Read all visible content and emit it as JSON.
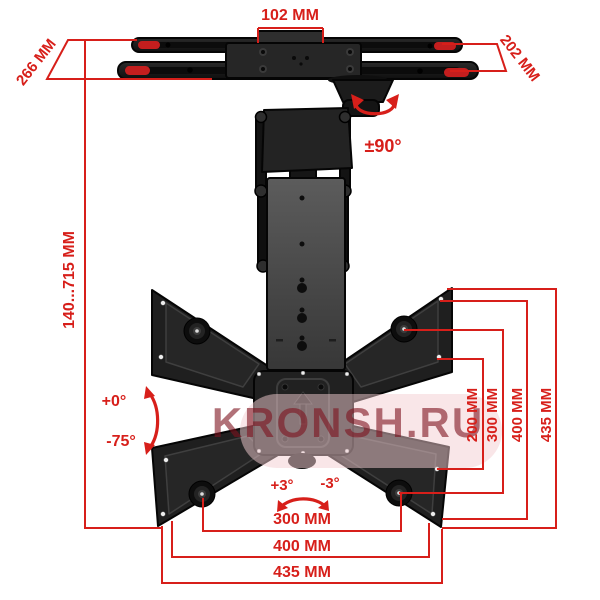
{
  "watermark": {
    "text": "KRONSH.RU"
  },
  "colors": {
    "annotation_red": "#d71f1a",
    "hardware_black": "#1a1a1a",
    "hardware_gray": "#4b4b4b",
    "rail_accent_red": "#c41e1e",
    "watermark_red": "#7d1420",
    "background": "#ffffff"
  },
  "dimensions": {
    "ceiling_plate_tab_width": {
      "label": "102 MM"
    },
    "ceiling_rail_depth_left": {
      "label": "266 MM"
    },
    "ceiling_rail_depth_right": {
      "label": "202 MM"
    },
    "extension_height": {
      "label": "140...715 MM"
    },
    "swivel_range": {
      "label": "±90°"
    },
    "tilt_upper": {
      "label": "+0°"
    },
    "tilt_lower": {
      "label": "-75°"
    },
    "roll_left": {
      "label": "+3°"
    },
    "roll_right": {
      "label": "-3°"
    },
    "vesa_vertical": [
      {
        "label": "200 MM"
      },
      {
        "label": "300 MM"
      },
      {
        "label": "400 MM"
      },
      {
        "label": "435 MM"
      }
    ],
    "vesa_horizontal": [
      {
        "label": "300 MM"
      },
      {
        "label": "400 MM"
      },
      {
        "label": "435 MM"
      }
    ]
  }
}
